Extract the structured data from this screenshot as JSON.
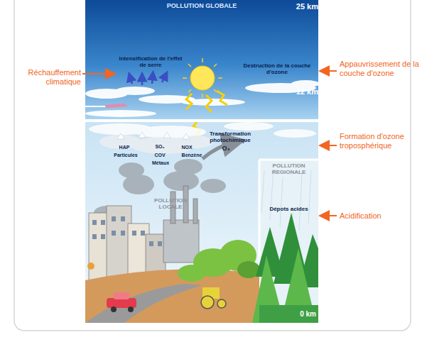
{
  "diagram": {
    "nodes": [
      {
        "text": [
          "POLLUTION GLOBALE"
        ]
      },
      {
        "text": [
          "POLLUTION LOCALE"
        ]
      },
      {
        "text": [
          "POLLUTION REGIONALE"
        ],
        "in": 1
      }
    ],
    "labels": [
      "25 km",
      "12 km",
      "0 km",
      "Intensification de l'effet de serre",
      "Destruction de la couche d'ozone",
      "Réchauffement climatique",
      "Appauvrissement de la couche d'ozone",
      "Transformation photochimique",
      "O₃",
      "HAP",
      "SO₂",
      "NOX",
      "Particules",
      "COV",
      "Benzène",
      "Métaux",
      "Formation d'ozone troposphérique",
      "Dépots acides",
      "Acidification"
    ]
  }
}
